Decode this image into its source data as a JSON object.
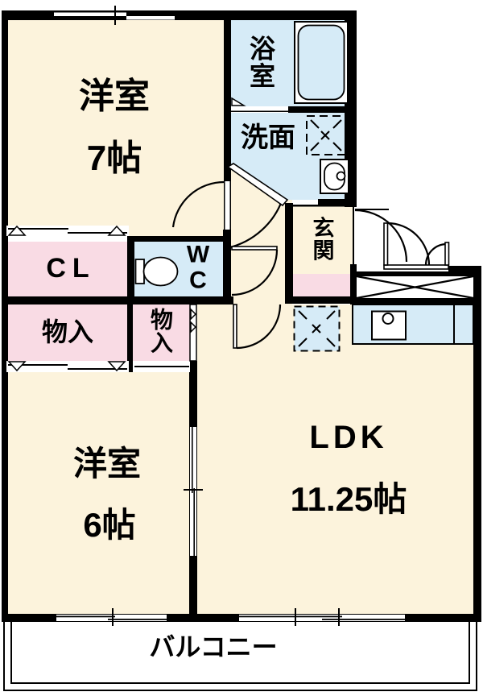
{
  "plan": {
    "type": "apartment-floor-plan",
    "colors": {
      "wall": "#000000",
      "room_cream": "#FCF3DC",
      "wet_area_blue": "#D6EBF7",
      "closet_pink": "#F9DBE4",
      "outside_white": "#FFFFFF"
    },
    "rooms": {
      "western7": {
        "name": "洋室",
        "size": "7帖"
      },
      "western6": {
        "name": "洋室",
        "size": "6帖"
      },
      "ldk": {
        "name": "LDK",
        "size": "11.25帖"
      },
      "bath": {
        "label": "浴室"
      },
      "washroom": {
        "label": "洗面"
      },
      "wc": {
        "label": "WC"
      },
      "closet": {
        "label": "CL"
      },
      "storage_left": {
        "label": "物入"
      },
      "storage_mid": {
        "label": "物入"
      },
      "entrance": {
        "label": "玄関"
      },
      "balcony": {
        "label": "バルコニー"
      }
    },
    "fixtures": {
      "bathtub": "bathtub",
      "washing_machine_space": "washing-machine-space",
      "wash_basin": "wash-basin",
      "toilet": "toilet",
      "refrigerator_space": "refrigerator-space",
      "kitchen_counter": "kitchen-counter-with-sink",
      "meter_box": "meter-box-x",
      "entry_door": "double-entry-door",
      "sliding_windows": "sliding-window-symbols"
    }
  }
}
